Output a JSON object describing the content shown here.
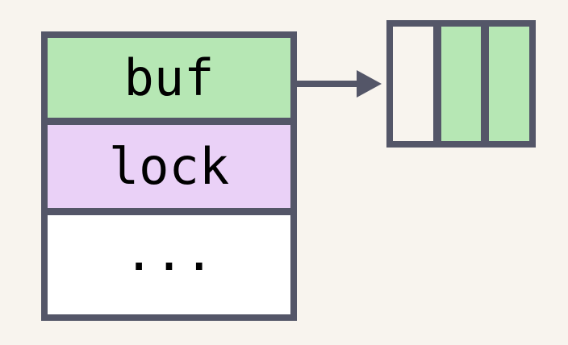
{
  "diagram": {
    "background_color": "#f8f4ee",
    "outline_color": "#545668",
    "struct_box": {
      "fields": [
        {
          "label": "buf",
          "fill": "#b6e7b4"
        },
        {
          "label": "lock",
          "fill": "#ead1f7"
        },
        {
          "label": "...",
          "fill": "#ffffff"
        }
      ]
    },
    "pointer": {
      "from_field": "buf",
      "icon": "arrow-right-icon",
      "color": "#545668"
    },
    "array_box": {
      "cells": [
        {
          "fill": "#f8f4ee",
          "state": "empty"
        },
        {
          "fill": "#b6e7b4",
          "state": "filled"
        },
        {
          "fill": "#b6e7b4",
          "state": "filled"
        }
      ]
    }
  }
}
